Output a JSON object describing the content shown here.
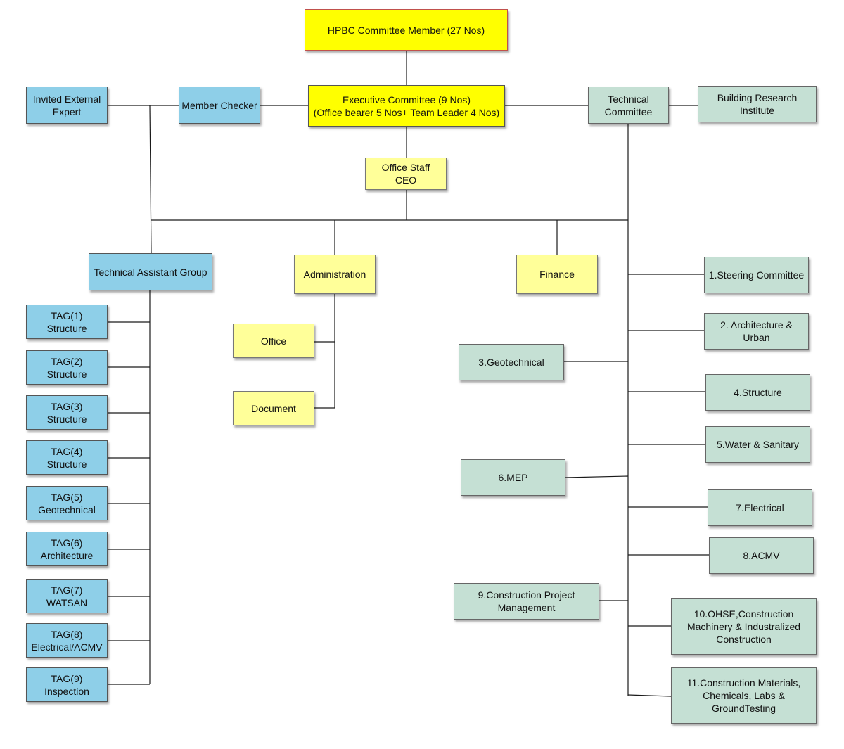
{
  "diagram": {
    "top": {
      "line1": "HPBC Committee Member (27 Nos)"
    },
    "exec": {
      "line1": "Executive Committee (9 Nos)",
      "line2": "(Office bearer 5 Nos+ Team Leader 4 Nos)"
    },
    "member_checker": {
      "line1": "Member Checker"
    },
    "invited": {
      "line1": "Invited External",
      "line2": "Expert"
    },
    "technical_committee": {
      "line1": "Technical",
      "line2": "Committee"
    },
    "bri": {
      "line1": "Building Research",
      "line2": "Institute"
    },
    "office_staff": {
      "line1": "Office Staff",
      "line2": "CEO"
    },
    "tag_group": {
      "line1": "Technical Assistant Group"
    },
    "administration": {
      "line1": "Administration"
    },
    "finance": {
      "line1": "Finance"
    },
    "office": {
      "line1": "Office"
    },
    "document": {
      "line1": "Document"
    },
    "tags": [
      {
        "line1": "TAG(1)",
        "line2": "Structure"
      },
      {
        "line1": "TAG(2)",
        "line2": "Structure"
      },
      {
        "line1": "TAG(3)",
        "line2": "Structure"
      },
      {
        "line1": "TAG(4)",
        "line2": "Structure"
      },
      {
        "line1": "TAG(5)",
        "line2": "Geotechnical"
      },
      {
        "line1": "TAG(6)",
        "line2": "Architecture"
      },
      {
        "line1": "TAG(7)",
        "line2": "WATSAN"
      },
      {
        "line1": "TAG(8)",
        "line2": "Electrical/ACMV"
      },
      {
        "line1": "TAG(9)",
        "line2": "Inspection"
      }
    ],
    "committees": [
      {
        "line1": "1.Steering Committee"
      },
      {
        "line1": "2. Architecture &",
        "line2": "Urban"
      },
      {
        "line1": "3.Geotechnical"
      },
      {
        "line1": "4.Structure"
      },
      {
        "line1": "5.Water & Sanitary"
      },
      {
        "line1": "6.MEP"
      },
      {
        "line1": "7.Electrical"
      },
      {
        "line1": "8.ACMV"
      },
      {
        "line1": "9.Construction Project",
        "line2": "Management"
      },
      {
        "line1": "10.OHSE,Construction",
        "line2": "Machinery & Industralized",
        "line3": "Construction"
      },
      {
        "line1": "11.Construction Materials,",
        "line2": "Chemicals, Labs &",
        "line3": "GroundTesting"
      }
    ]
  }
}
